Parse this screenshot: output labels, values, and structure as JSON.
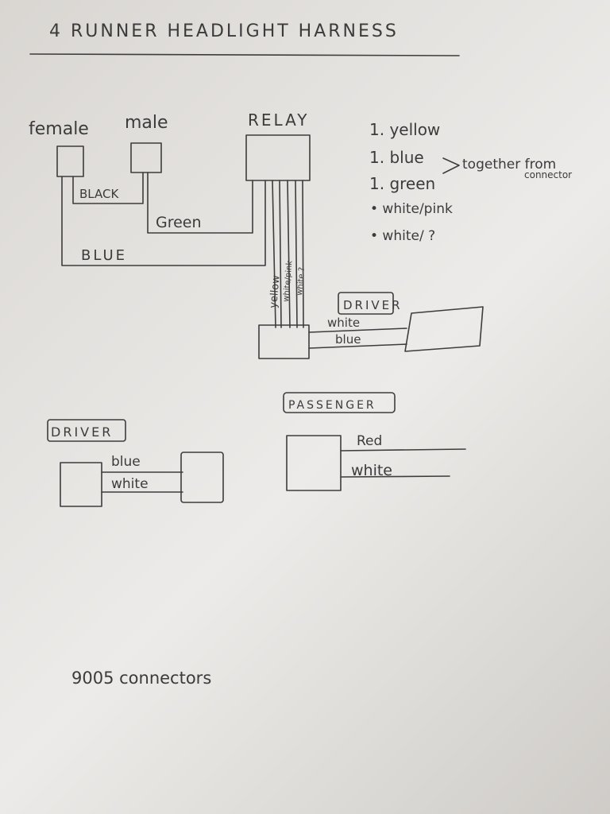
{
  "title": "4 RUNNER HEADLIGHT HARNESS",
  "top_diagram": {
    "female_label": "female",
    "male_label": "male",
    "relay_label": "RELAY",
    "wire_black": "BLACK",
    "wire_green": "Green",
    "wire_blue": "BLUE",
    "relay_wires": [
      "yellow",
      "white/pink",
      "white ?"
    ],
    "driver_tag": "DRIVER",
    "driver_wire_white": "white",
    "driver_wire_blue": "blue"
  },
  "notes": {
    "items": [
      "1. yellow",
      "1. blue",
      "1. green",
      "• white/pink",
      "• white/ ?"
    ],
    "brace_note_line1": "together from",
    "brace_note_line2": "connector"
  },
  "driver_section": {
    "tag": "DRIVER",
    "wire_blue": "blue",
    "wire_white": "white"
  },
  "passenger_section": {
    "tag": "PASSENGER",
    "wire_red": "Red",
    "wire_white": "white"
  },
  "footer": "9005 connectors"
}
